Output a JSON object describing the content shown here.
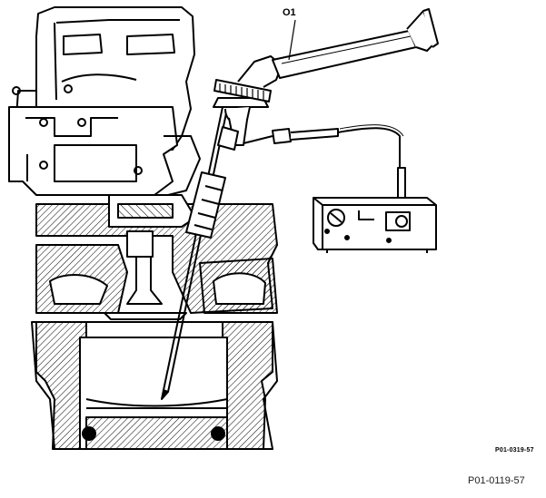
{
  "figure": {
    "callout_label": "O1",
    "drawing_ref_small": "P01-0319-57",
    "drawing_ref_main": "P01-0119-57"
  },
  "colors": {
    "ink": "#000000",
    "paper": "#ffffff",
    "caption": "#222222"
  }
}
